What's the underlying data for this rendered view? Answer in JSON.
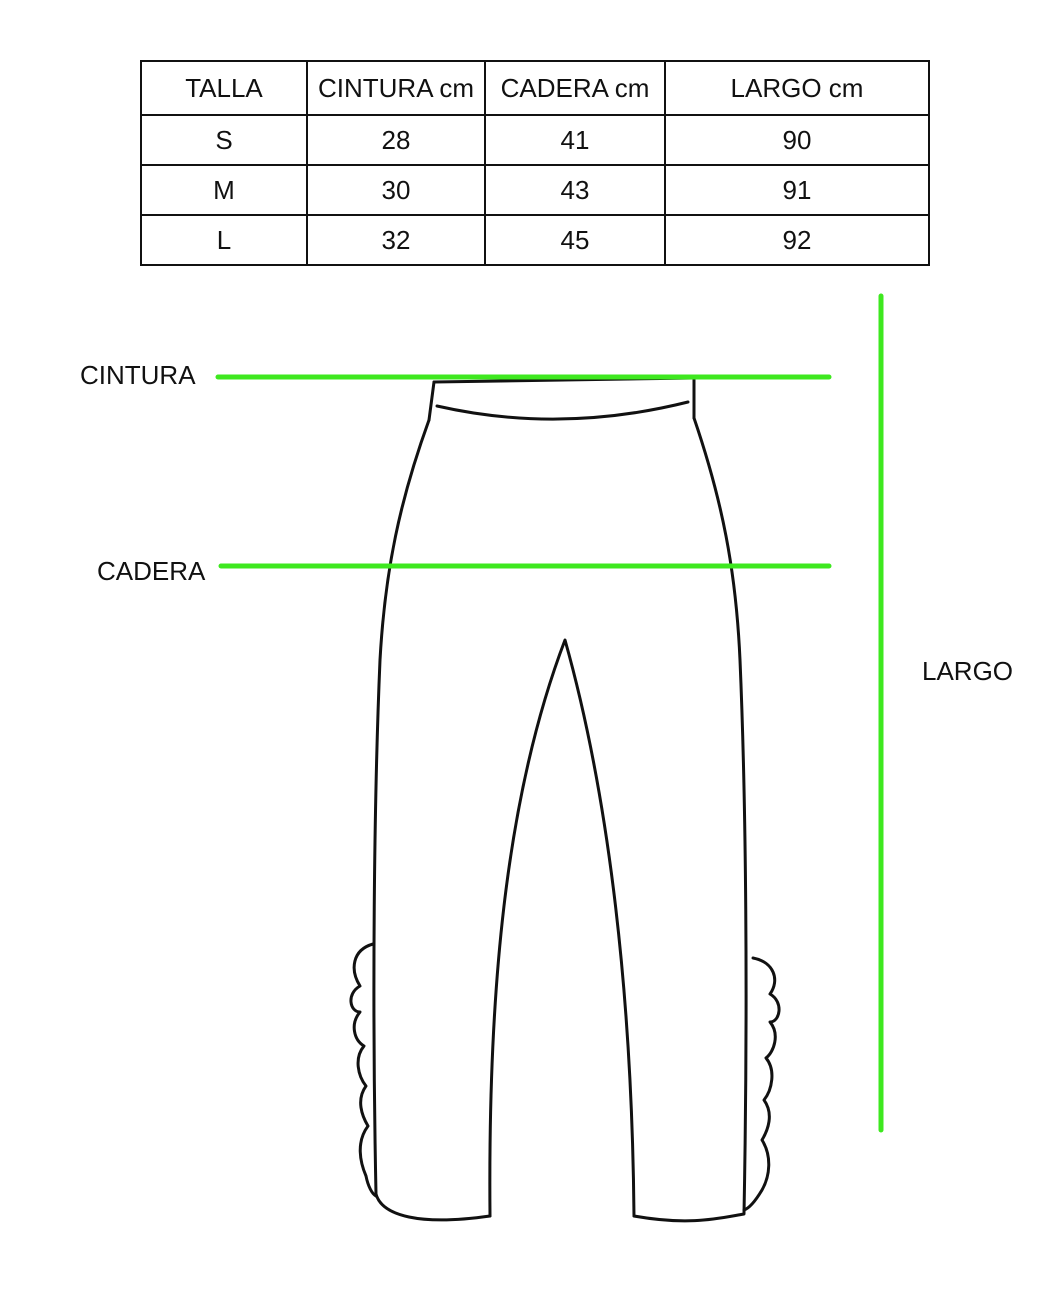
{
  "size_table": {
    "headers": [
      "TALLA",
      "CINTURA cm",
      "CADERA cm",
      "LARGO cm"
    ],
    "rows": [
      [
        "S",
        "28",
        "41",
        "90"
      ],
      [
        "M",
        "30",
        "43",
        "91"
      ],
      [
        "L",
        "32",
        "45",
        "92"
      ]
    ]
  },
  "diagram": {
    "waist_label": "CINTURA",
    "hip_label": "CADERA",
    "length_label": "LARGO",
    "guide_color": "#3ee81f",
    "outline_color": "#111111",
    "garment": "leggings-with-ruffle-hem-icon"
  }
}
